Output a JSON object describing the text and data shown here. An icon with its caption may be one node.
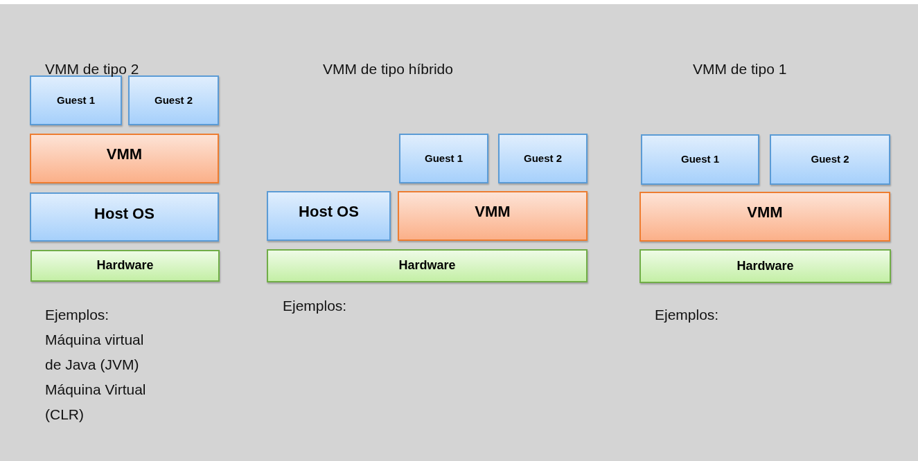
{
  "diagram": {
    "nodes": [
      {
        "text": [
          "Guest 1"
        ]
      },
      {
        "text": [
          "Guest 2"
        ]
      },
      {
        "text": [
          "VMM"
        ]
      },
      {
        "text": [
          "Host OS"
        ]
      },
      {
        "text": [
          "Hardware"
        ]
      },
      {
        "text": [
          "Guest 1"
        ]
      },
      {
        "text": [
          "Guest 2"
        ]
      },
      {
        "text": [
          "Host OS"
        ]
      },
      {
        "text": [
          "VMM"
        ]
      },
      {
        "text": [
          "Hardware"
        ]
      },
      {
        "text": [
          "Guest 1"
        ]
      },
      {
        "text": [
          "Guest 2"
        ]
      },
      {
        "text": [
          "VMM"
        ]
      },
      {
        "text": [
          "Hardware"
        ]
      }
    ],
    "labels": [
      "VMM de tipo 2",
      "VMM de tipo híbrido",
      "VMM de tipo 1",
      "Ejemplos:",
      "Máquina virtual de Java (JVM)",
      "Máquina Virtual (CLR)",
      "Ejemplos:",
      "Ejemplos:"
    ]
  }
}
